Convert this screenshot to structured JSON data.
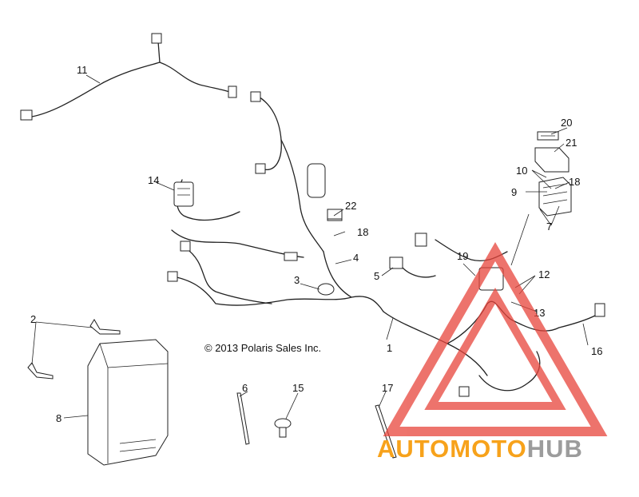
{
  "diagram": {
    "copyright": "© 2013 Polaris Sales Inc.",
    "callouts": [
      {
        "id": "1",
        "label": "1"
      },
      {
        "id": "2",
        "label": "2"
      },
      {
        "id": "3",
        "label": "3"
      },
      {
        "id": "4",
        "label": "4"
      },
      {
        "id": "5",
        "label": "5"
      },
      {
        "id": "6",
        "label": "6"
      },
      {
        "id": "7",
        "label": "7"
      },
      {
        "id": "8",
        "label": "8"
      },
      {
        "id": "9",
        "label": "9"
      },
      {
        "id": "10",
        "label": "10"
      },
      {
        "id": "11",
        "label": "11"
      },
      {
        "id": "12",
        "label": "12"
      },
      {
        "id": "13",
        "label": "13"
      },
      {
        "id": "14",
        "label": "14"
      },
      {
        "id": "15",
        "label": "15"
      },
      {
        "id": "16",
        "label": "16"
      },
      {
        "id": "17",
        "label": "17"
      },
      {
        "id": "18a",
        "label": "18"
      },
      {
        "id": "18b",
        "label": "18"
      },
      {
        "id": "19",
        "label": "19"
      },
      {
        "id": "20",
        "label": "20"
      },
      {
        "id": "21",
        "label": "21"
      },
      {
        "id": "22",
        "label": "22"
      }
    ]
  },
  "watermark": {
    "word_part1": "AUTOMOTO",
    "word_part2": "HUB",
    "color_primary": "#f7a21b",
    "color_secondary": "#9c9c9c",
    "triangle_color": "#e8453c"
  }
}
